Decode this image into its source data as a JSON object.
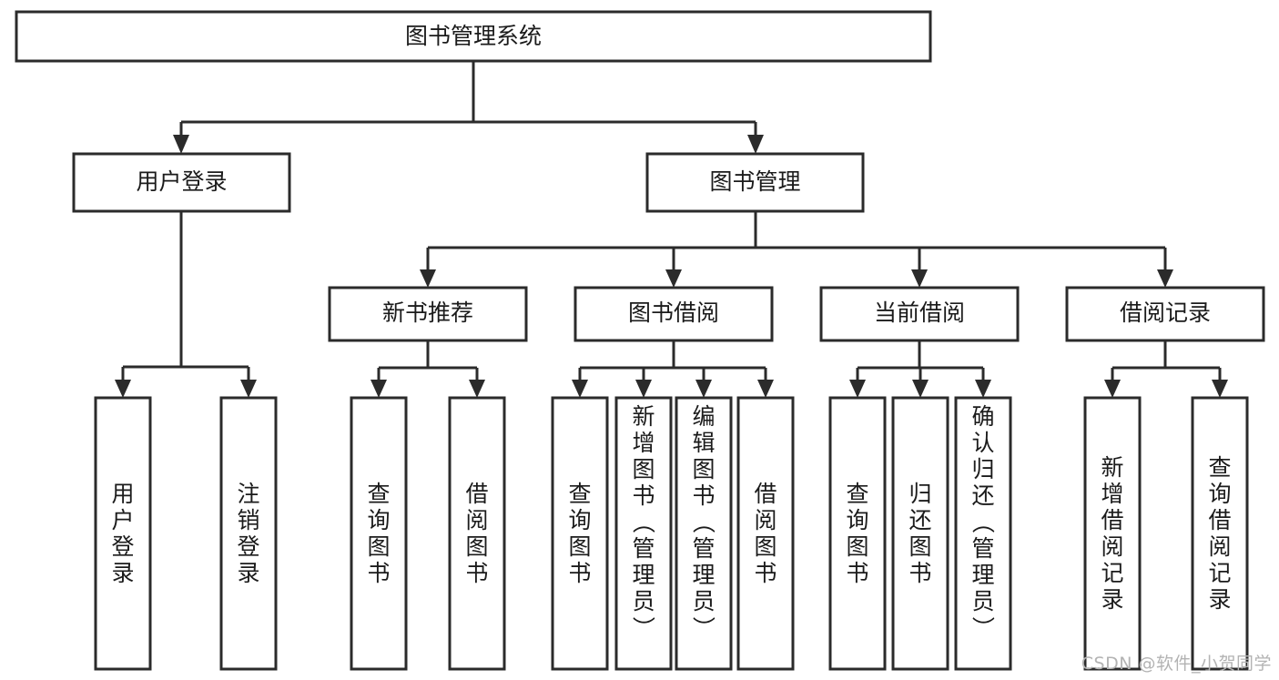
{
  "diagram": {
    "type": "tree",
    "title": "图书管理系统",
    "root": {
      "id": "root",
      "label": "图书管理系统",
      "orientation": "horizontal"
    },
    "level2": [
      {
        "id": "user-login",
        "label": "用户登录",
        "orientation": "horizontal"
      },
      {
        "id": "book-manage",
        "label": "图书管理",
        "orientation": "horizontal"
      }
    ],
    "level3": [
      {
        "id": "new-book-recommend",
        "label": "新书推荐",
        "parent": "book-manage",
        "orientation": "horizontal"
      },
      {
        "id": "book-borrow",
        "label": "图书借阅",
        "parent": "book-manage",
        "orientation": "horizontal"
      },
      {
        "id": "current-borrow",
        "label": "当前借阅",
        "parent": "book-manage",
        "orientation": "horizontal"
      },
      {
        "id": "borrow-record",
        "label": "借阅记录",
        "parent": "book-manage",
        "orientation": "horizontal"
      }
    ],
    "leaves": [
      {
        "id": "leaf-user-login",
        "label": "用户登录",
        "parent": "user-login",
        "orientation": "vertical",
        "align": "middle"
      },
      {
        "id": "leaf-logout-login",
        "label": "注销登录",
        "parent": "user-login",
        "orientation": "vertical",
        "align": "middle"
      },
      {
        "id": "leaf-query-book-1",
        "label": "查询图书",
        "parent": "new-book-recommend",
        "orientation": "vertical",
        "align": "middle"
      },
      {
        "id": "leaf-borrow-book-1",
        "label": "借阅图书",
        "parent": "new-book-recommend",
        "orientation": "vertical",
        "align": "middle"
      },
      {
        "id": "leaf-query-book-2",
        "label": "查询图书",
        "parent": "book-borrow",
        "orientation": "vertical",
        "align": "middle"
      },
      {
        "id": "leaf-add-book-admin",
        "label": "新增图书（管理员）",
        "parent": "book-borrow",
        "orientation": "vertical",
        "align": "top"
      },
      {
        "id": "leaf-edit-book-admin",
        "label": "编辑图书（管理员）",
        "parent": "book-borrow",
        "orientation": "vertical",
        "align": "top"
      },
      {
        "id": "leaf-borrow-book-2",
        "label": "借阅图书",
        "parent": "book-borrow",
        "orientation": "vertical",
        "align": "middle"
      },
      {
        "id": "leaf-query-book-3",
        "label": "查询图书",
        "parent": "current-borrow",
        "orientation": "vertical",
        "align": "middle"
      },
      {
        "id": "leaf-return-book",
        "label": "归还图书",
        "parent": "current-borrow",
        "orientation": "vertical",
        "align": "middle"
      },
      {
        "id": "leaf-confirm-return-admin",
        "label": "确认归还（管理员）",
        "parent": "current-borrow",
        "orientation": "vertical",
        "align": "top"
      },
      {
        "id": "leaf-add-borrow-record",
        "label": "新增借阅记录",
        "parent": "borrow-record",
        "orientation": "vertical",
        "align": "middle"
      },
      {
        "id": "leaf-query-borrow-record",
        "label": "查询借阅记录",
        "parent": "borrow-record",
        "orientation": "vertical",
        "align": "middle"
      }
    ],
    "colors": {
      "box_stroke": "#2b2b2b",
      "box_fill": "#ffffff",
      "text": "#1b1b1b",
      "connector": "#2b2b2b",
      "background": "#ffffff",
      "watermark": "#b3b3b3"
    }
  },
  "watermark": {
    "text": "CSDN @软件_小贺同学"
  }
}
